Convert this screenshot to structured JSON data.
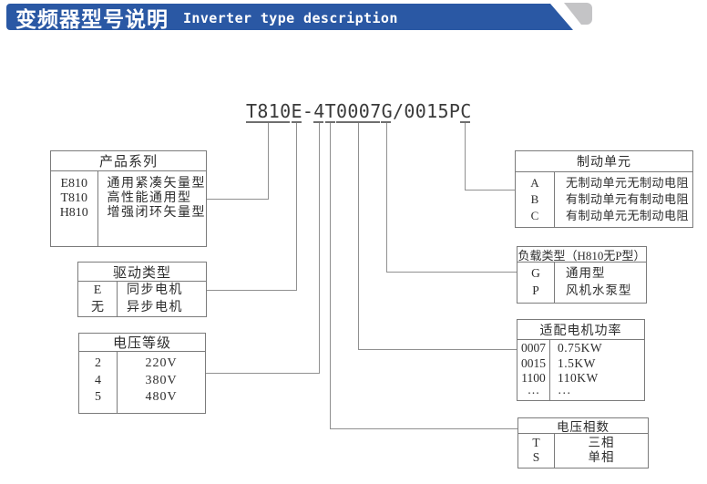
{
  "header": {
    "title_zh": "变频器型号说明",
    "title_en": "Inverter type description"
  },
  "model": {
    "text": "T810E-4T0007G/0015PC",
    "underlined_segments": [
      "T810",
      "E",
      "4",
      "T",
      "0007",
      "G",
      "C"
    ]
  },
  "tables": {
    "product_series": {
      "title": "产品系列",
      "rows": [
        {
          "code": "E810",
          "desc": "通用紧凑矢量型"
        },
        {
          "code": "T810",
          "desc": "高性能通用型"
        },
        {
          "code": "H810",
          "desc": "增强闭环矢量型"
        }
      ]
    },
    "drive_type": {
      "title": "驱动类型",
      "rows": [
        {
          "code": "E",
          "desc": "同步电机"
        },
        {
          "code": "无",
          "desc": "异步电机"
        }
      ]
    },
    "voltage_level": {
      "title": "电压等级",
      "rows": [
        {
          "code": "2",
          "desc": "220V"
        },
        {
          "code": "4",
          "desc": "380V"
        },
        {
          "code": "5",
          "desc": "480V"
        }
      ]
    },
    "braking_unit": {
      "title": "制动单元",
      "rows": [
        {
          "code": "A",
          "desc": "无制动单元无制动电阻"
        },
        {
          "code": "B",
          "desc": "有制动单元有制动电阻"
        },
        {
          "code": "C",
          "desc": "有制动单元无制动电阻"
        }
      ]
    },
    "load_type": {
      "title": "负载类型（H810无P型）",
      "rows": [
        {
          "code": "G",
          "desc": "通用型"
        },
        {
          "code": "P",
          "desc": "风机水泵型"
        }
      ]
    },
    "motor_power": {
      "title": "适配电机功率",
      "rows": [
        {
          "code": "0007",
          "desc": "0.75KW"
        },
        {
          "code": "0015",
          "desc": "1.5KW"
        },
        {
          "code": "1100",
          "desc": "110KW"
        },
        {
          "code": "···",
          "desc": "···"
        }
      ]
    },
    "voltage_phase": {
      "title": "电压相数",
      "rows": [
        {
          "code": "T",
          "desc": "三相"
        },
        {
          "code": "S",
          "desc": "单相"
        }
      ]
    }
  },
  "colors": {
    "banner_blue": "#2a58a4",
    "corner_gray": "#c4c4c6",
    "line_gray": "#909090",
    "border_gray": "#7b7b7b",
    "text": "#2d2d2d"
  }
}
